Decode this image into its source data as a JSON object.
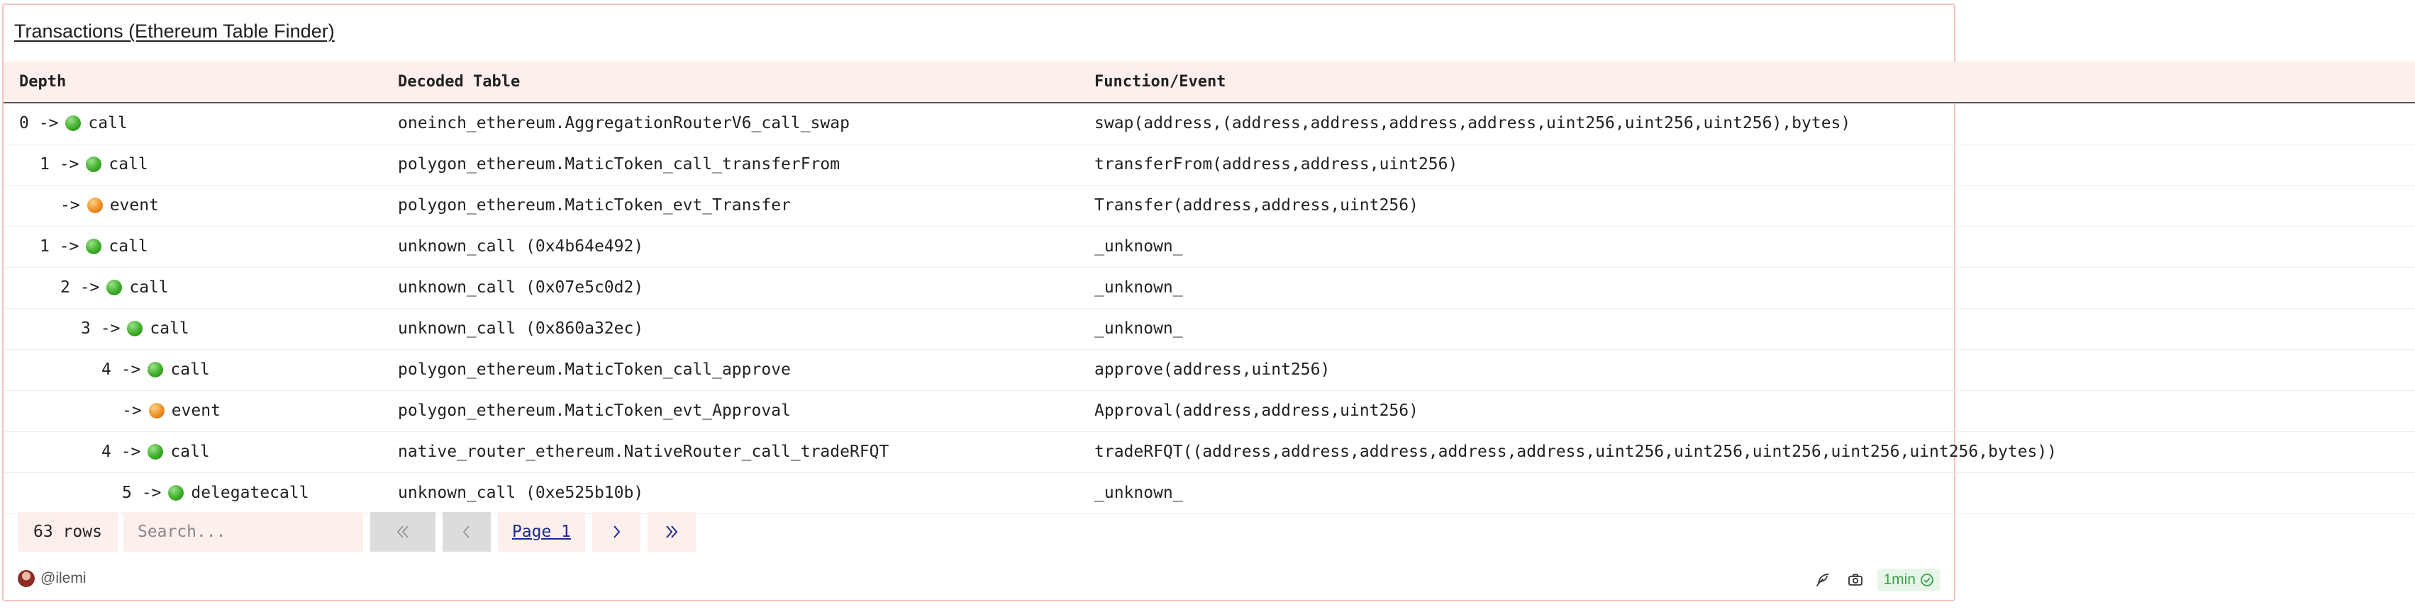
{
  "header": {
    "title": "Transactions (Ethereum Table Finder)"
  },
  "table": {
    "columns": [
      "Depth",
      "Decoded Table",
      "Function/Event"
    ],
    "rows": [
      {
        "depth_prefix": "0 ->",
        "indent": 0,
        "kind": "call",
        "kind_label": "call",
        "decoded_table": "oneinch_ethereum.AggregationRouterV6_call_swap",
        "function_event": "swap(address,(address,address,address,address,uint256,uint256,uint256),bytes)"
      },
      {
        "depth_prefix": "1 ->",
        "indent": 1,
        "kind": "call",
        "kind_label": "call",
        "decoded_table": "polygon_ethereum.MaticToken_call_transferFrom",
        "function_event": "transferFrom(address,address,uint256)"
      },
      {
        "depth_prefix": "->",
        "indent": 2,
        "kind": "event",
        "kind_label": "event",
        "decoded_table": "polygon_ethereum.MaticToken_evt_Transfer",
        "function_event": "Transfer(address,address,uint256)"
      },
      {
        "depth_prefix": "1 ->",
        "indent": 1,
        "kind": "call",
        "kind_label": "call",
        "decoded_table": "unknown_call (0x4b64e492)",
        "function_event": "_unknown_"
      },
      {
        "depth_prefix": "2 ->",
        "indent": 2,
        "kind": "call",
        "kind_label": "call",
        "decoded_table": "unknown_call (0x07e5c0d2)",
        "function_event": "_unknown_"
      },
      {
        "depth_prefix": "3 ->",
        "indent": 3,
        "kind": "call",
        "kind_label": "call",
        "decoded_table": "unknown_call (0x860a32ec)",
        "function_event": "_unknown_"
      },
      {
        "depth_prefix": "4 ->",
        "indent": 4,
        "kind": "call",
        "kind_label": "call",
        "decoded_table": "polygon_ethereum.MaticToken_call_approve",
        "function_event": "approve(address,uint256)"
      },
      {
        "depth_prefix": "->",
        "indent": 5,
        "kind": "event",
        "kind_label": "event",
        "decoded_table": "polygon_ethereum.MaticToken_evt_Approval",
        "function_event": "Approval(address,address,uint256)"
      },
      {
        "depth_prefix": "4 ->",
        "indent": 4,
        "kind": "call",
        "kind_label": "call",
        "decoded_table": "native_router_ethereum.NativeRouter_call_tradeRFQT",
        "function_event": "tradeRFQT((address,address,address,address,address,uint256,uint256,uint256,uint256,uint256,bytes))"
      },
      {
        "depth_prefix": "5 ->",
        "indent": 5,
        "kind": "call",
        "kind_label": "delegatecall",
        "decoded_table": "unknown_call (0xe525b10b)",
        "function_event": "_unknown_"
      }
    ]
  },
  "footer": {
    "rows_count": "63 rows",
    "search_placeholder": "Search...",
    "page_label": "Page 1"
  },
  "bottom": {
    "username": "@ilemi",
    "refresh_label": "1min"
  },
  "colors": {
    "border": "#f2c4bf",
    "header_bg": "#fcefec",
    "call_dot": "#3fae2a",
    "event_dot": "#ec9124",
    "refresh_green": "#3aa04a"
  },
  "icons": {
    "first_page": "double-chevron-left-icon",
    "prev_page": "chevron-left-icon",
    "next_page": "chevron-right-icon",
    "last_page": "double-chevron-right-icon",
    "edit": "feather-icon",
    "snapshot": "camera-icon",
    "refresh_ok": "check-circle-icon"
  }
}
